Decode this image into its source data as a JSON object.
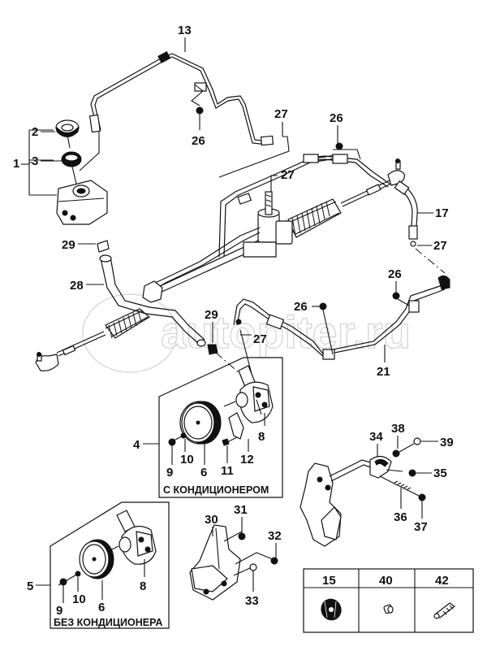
{
  "diagram": {
    "title": "Power steering system exploded view",
    "watermark": "autopiter.ru",
    "colors": {
      "ink": "#111111",
      "background": "#ffffff",
      "watermark": "#d8d8d8"
    },
    "callouts": {
      "c1": "1",
      "c2": "2",
      "c3": "3",
      "c13": "13",
      "c26a": "26",
      "c27a": "27",
      "c26b": "26",
      "c27b": "27",
      "c17": "17",
      "c27c": "27",
      "c29a": "29",
      "c28": "28",
      "c26c": "26",
      "c26d": "26",
      "c29b": "29",
      "c27d": "27",
      "c21": "21",
      "c4": "4",
      "c9a": "9",
      "c10a": "10",
      "c6a": "6",
      "c11": "11",
      "c12": "12",
      "c8a": "8",
      "c34": "34",
      "c38": "38",
      "c39": "39",
      "c35": "35",
      "c36": "36",
      "c37": "37",
      "c5": "5",
      "c9b": "9",
      "c10b": "10",
      "c6b": "6",
      "c8b": "8",
      "c30": "30",
      "c31": "31",
      "c32": "32",
      "c33": "33"
    },
    "variant_boxes": {
      "with_ac": "С КОНДИЦИОНЕРОМ",
      "without_ac": "БЕЗ КОНДИЦИОНЕРА"
    },
    "inset_table": {
      "headers": [
        "15",
        "40",
        "42"
      ],
      "items": [
        "oil-filter-cap",
        "bushing",
        "union-bolt"
      ]
    },
    "parts": [
      {
        "id": "1",
        "name": "reservoir-assembly"
      },
      {
        "id": "2",
        "name": "reservoir-cap"
      },
      {
        "id": "3",
        "name": "filter"
      },
      {
        "id": "4",
        "name": "pump-assembly-with-ac"
      },
      {
        "id": "5",
        "name": "pump-assembly-without-ac"
      },
      {
        "id": "6",
        "name": "pulley"
      },
      {
        "id": "8",
        "name": "pump"
      },
      {
        "id": "9",
        "name": "nut"
      },
      {
        "id": "10",
        "name": "washer"
      },
      {
        "id": "11",
        "name": "bolt"
      },
      {
        "id": "12",
        "name": "bracket"
      },
      {
        "id": "13",
        "name": "return-pipe"
      },
      {
        "id": "15",
        "name": "cap"
      },
      {
        "id": "17",
        "name": "pressure-hose"
      },
      {
        "id": "21",
        "name": "pressure-pipe"
      },
      {
        "id": "26",
        "name": "clip"
      },
      {
        "id": "27",
        "name": "o-ring"
      },
      {
        "id": "28",
        "name": "suction-hose"
      },
      {
        "id": "29",
        "name": "hose-clamp"
      },
      {
        "id": "30",
        "name": "pump-bracket"
      },
      {
        "id": "31",
        "name": "bolt"
      },
      {
        "id": "32",
        "name": "bolt"
      },
      {
        "id": "33",
        "name": "bolt"
      },
      {
        "id": "34",
        "name": "tension-bracket"
      },
      {
        "id": "35",
        "name": "bolt"
      },
      {
        "id": "36",
        "name": "adjusting-bolt"
      },
      {
        "id": "37",
        "name": "nut"
      },
      {
        "id": "38",
        "name": "washer"
      },
      {
        "id": "39",
        "name": "bolt"
      },
      {
        "id": "40",
        "name": "bushing"
      },
      {
        "id": "42",
        "name": "union-bolt"
      }
    ]
  }
}
